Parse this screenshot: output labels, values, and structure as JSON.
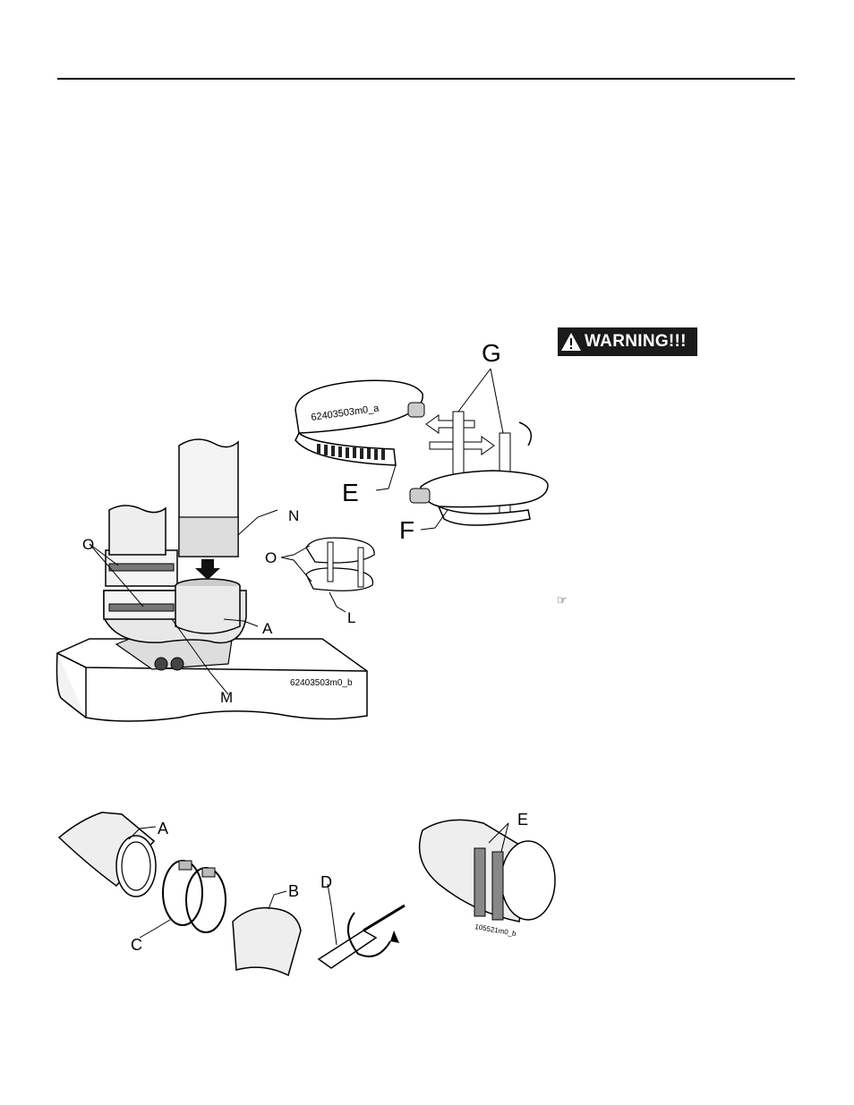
{
  "warning": {
    "label": "WARNING!!!",
    "icon": "exclamation-triangle-icon"
  },
  "note_icon": "pointing-hand-icon",
  "figure_clamps": {
    "code": "62403503m0_a",
    "labels": {
      "E": "E",
      "F": "F",
      "G": "G",
      "O": "O",
      "L": "L"
    }
  },
  "figure_assembly": {
    "code": "62403503m0_b",
    "labels": {
      "O": "O",
      "N": "N",
      "A": "A",
      "M": "M"
    }
  },
  "figure_pipe": {
    "code": "105521m0_b",
    "labels": {
      "A": "A",
      "B": "B",
      "C": "C",
      "D": "D",
      "E": "E"
    }
  }
}
